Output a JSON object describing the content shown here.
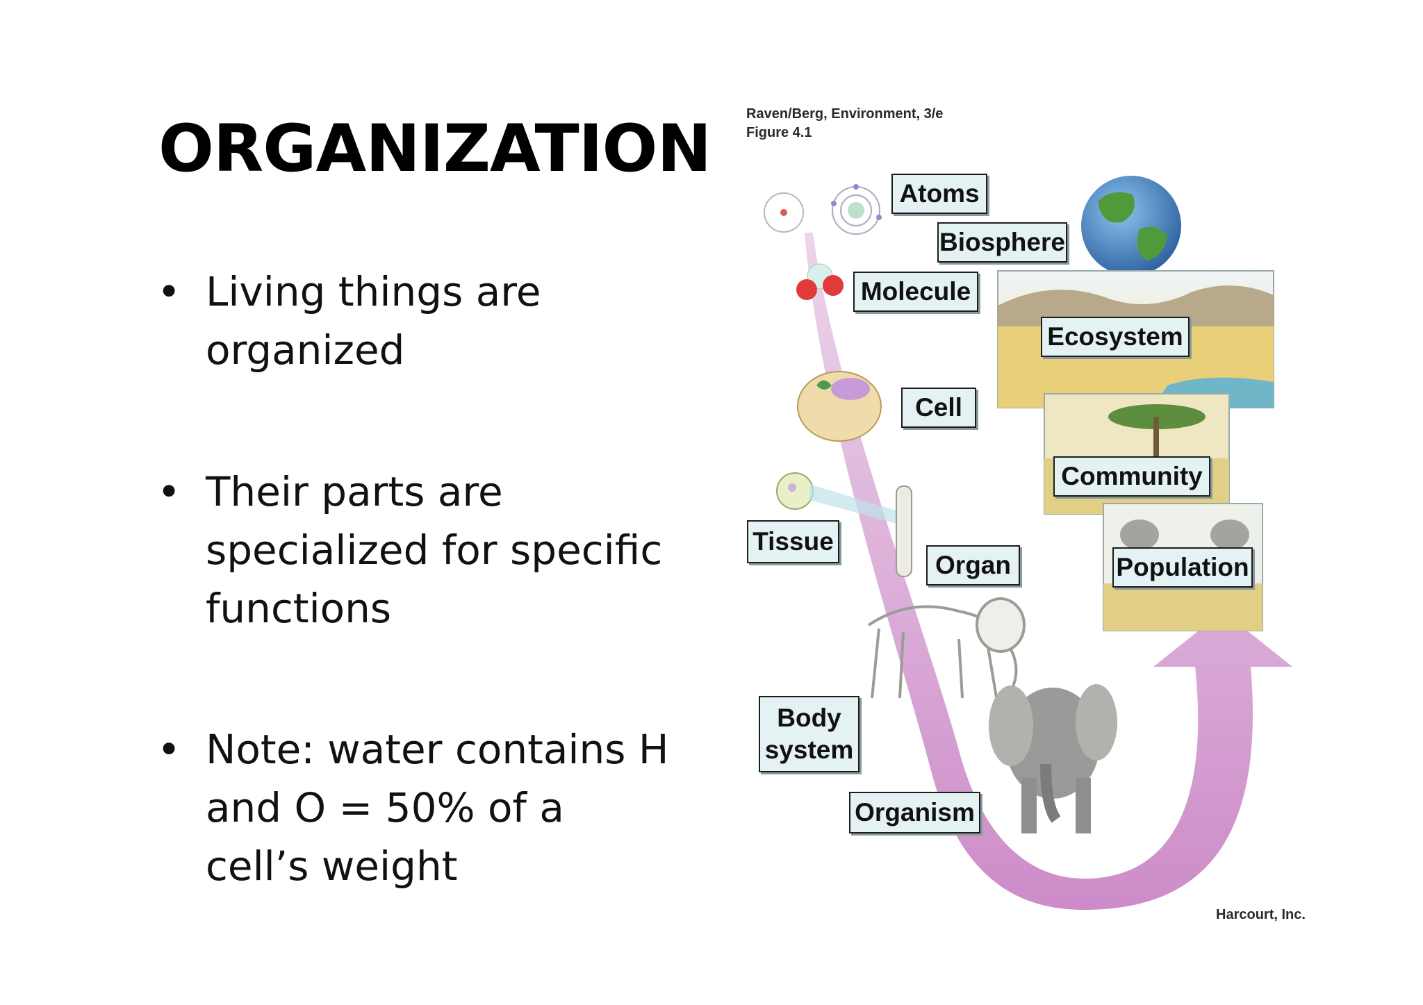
{
  "slide": {
    "title": "ORGANIZATION",
    "bullets": [
      {
        "symbol": "•",
        "text": "Living things are organized"
      },
      {
        "symbol": "•",
        "text": "Their parts are specialized for specific functions"
      },
      {
        "symbol": "•",
        "text": "Note: water contains H and O = 50% of  a cell’s weight"
      }
    ]
  },
  "figure": {
    "credit_line1": "Raven/Berg, Environment, 3/e",
    "credit_line2": "Figure 4.1",
    "publisher": "Harcourt, Inc.",
    "labels": {
      "atoms": "Atoms",
      "biosphere": "Biosphere",
      "molecule": "Molecule",
      "ecosystem": "Ecosystem",
      "cell": "Cell",
      "community": "Community",
      "tissue": "Tissue",
      "organ": "Organ",
      "population": "Population",
      "body_system_line1": "Body",
      "body_system_line2": "system",
      "organism": "Organism"
    },
    "colors": {
      "arrow": "#d9a8d6",
      "label_fill": "#e4f2f4",
      "earth_ocean": "#3c7fc4",
      "earth_land": "#4f9a3a",
      "savanna": "#e8cf78"
    }
  }
}
